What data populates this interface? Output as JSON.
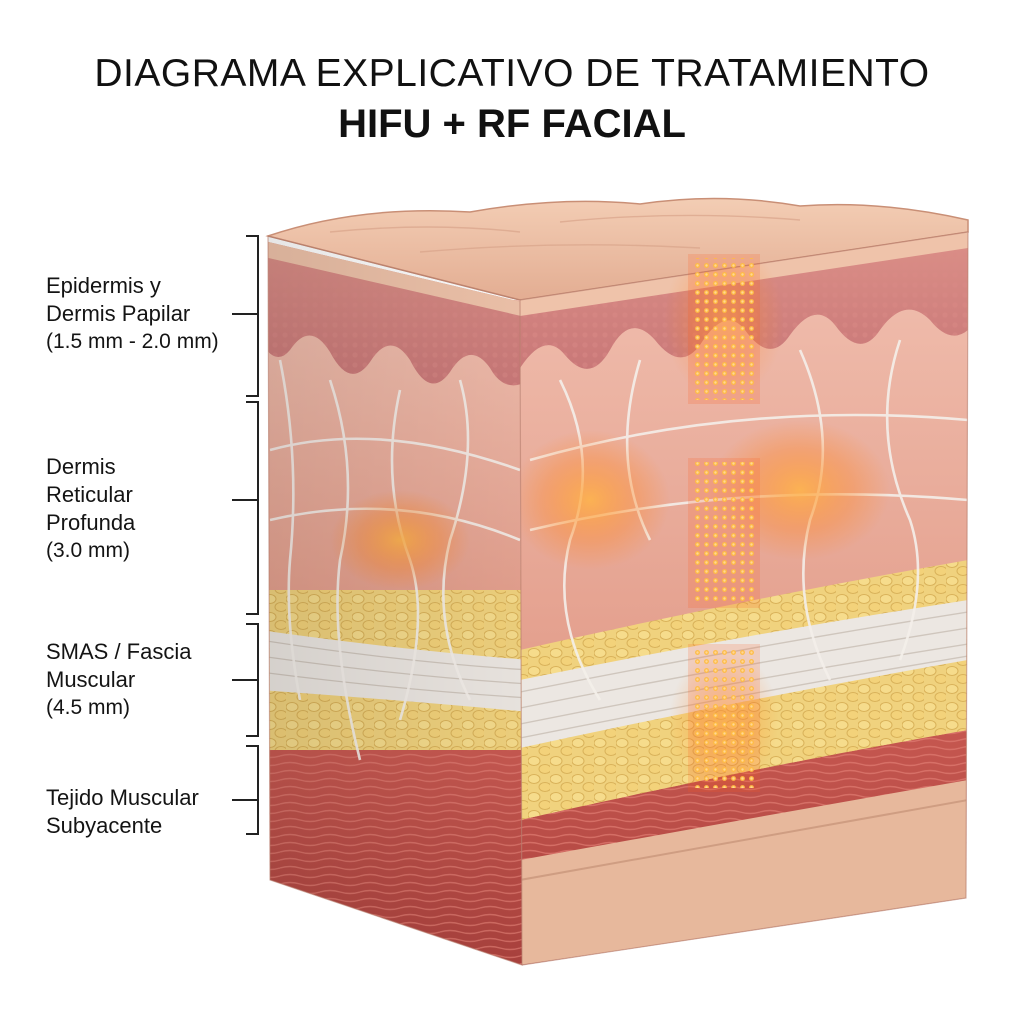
{
  "title": {
    "line1": "DIAGRAMA EXPLICATIVO DE TRATAMIENTO",
    "line2": "HIFU + RF FACIAL"
  },
  "layers": [
    {
      "lines": [
        "Epidermis y",
        "Dermis Papilar",
        "(1.5 mm - 2.0 mm)"
      ]
    },
    {
      "lines": [
        "Dermis",
        "Reticular",
        "Profunda",
        "(3.0 mm)"
      ]
    },
    {
      "lines": [
        "SMAS / Fascia",
        "Muscular",
        "(4.5 mm)"
      ]
    },
    {
      "lines": [
        "Tejido Muscular",
        "Subyacente"
      ]
    }
  ],
  "colors": {
    "epidermis": "#e9b79c",
    "dermis": "#e8a99b",
    "fat": "#f0d27e",
    "fascia": "#ece7e2",
    "muscle": "#c7544c",
    "energy": "#ff6a1a"
  }
}
